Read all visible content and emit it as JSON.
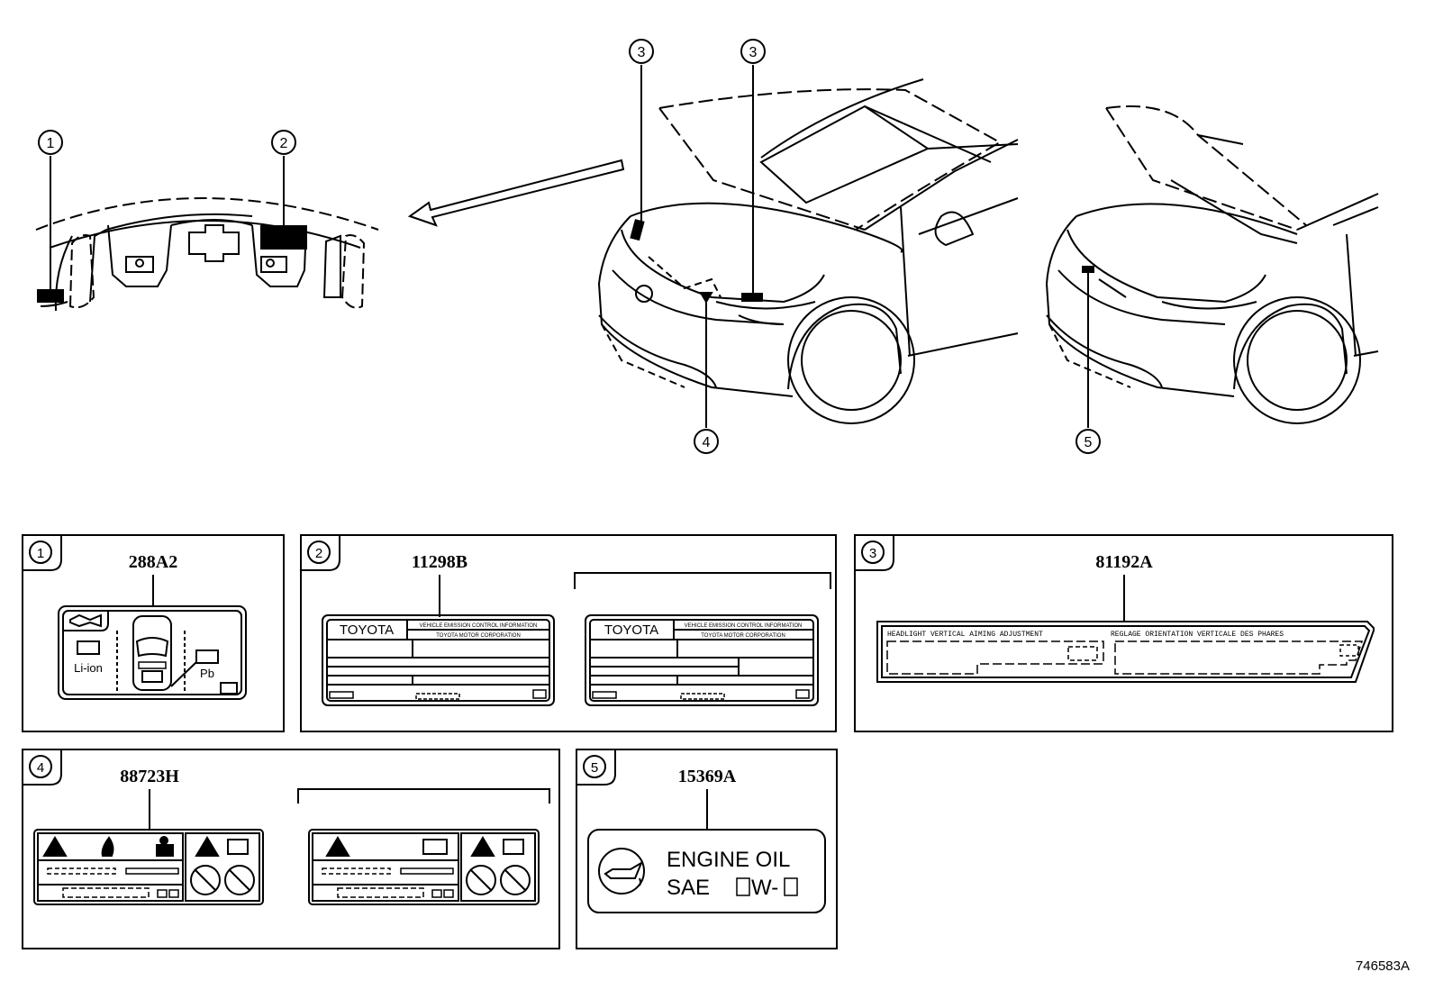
{
  "callouts": [
    "1",
    "2",
    "3",
    "3",
    "4",
    "5"
  ],
  "panels": [
    {
      "index": "1",
      "part_number": "288A2",
      "texts": {
        "liion": "Li-ion",
        "pb": "Pb"
      }
    },
    {
      "index": "2",
      "part_number": "11298B",
      "texts": {
        "brand": "TOYOTA",
        "emission": "VEHICLE EMISSION CONTROL INFORMATION",
        "corp": "TOYOTA MOTOR CORPORATION"
      }
    },
    {
      "index": "3",
      "part_number": "81192A",
      "texts": {
        "headlight_en": "HEADLIGHT VERTICAL AIMING ADJUSTMENT",
        "headlight_fr": "REGLAGE ORIENTATION VERTICALE DES PHARES"
      }
    },
    {
      "index": "4",
      "part_number": "88723H"
    },
    {
      "index": "5",
      "part_number": "15369A",
      "texts": {
        "line1": "ENGINE  OIL",
        "line2a": "SAE",
        "line2b": "W-"
      }
    }
  ],
  "figure_id": "746583A",
  "colors": {
    "ink": "#000000",
    "paper": "#ffffff"
  }
}
